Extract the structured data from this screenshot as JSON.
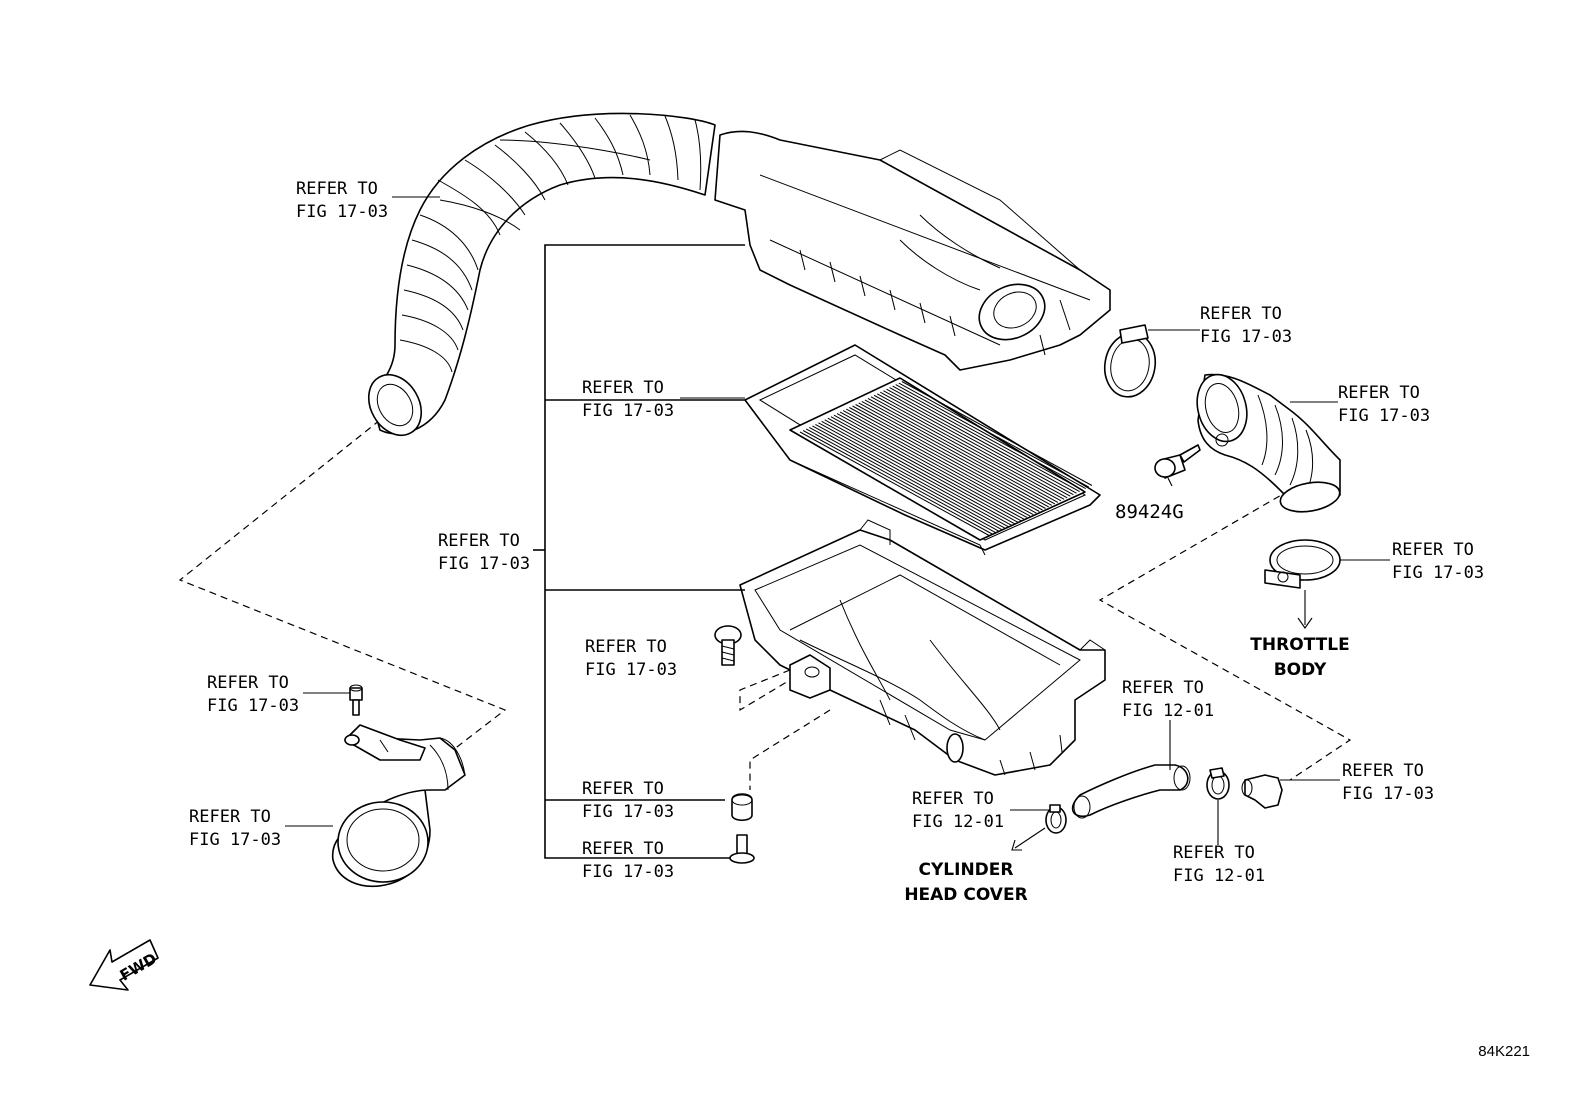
{
  "labels": {
    "intake_hose_ref": {
      "line1": "REFER TO",
      "line2": "FIG 17-03"
    },
    "air_filter_ref": {
      "line1": "REFER TO",
      "line2": "FIG 17-03"
    },
    "cleaner_assy_ref": {
      "line1": "REFER TO",
      "line2": "FIG 17-03"
    },
    "case_bolt_ref": {
      "line1": "REFER TO",
      "line2": "FIG 17-03"
    },
    "grommet_ref": {
      "line1": "REFER TO",
      "line2": "FIG 17-03"
    },
    "collar_ref": {
      "line1": "REFER TO",
      "line2": "FIG 17-03"
    },
    "inlet_bolt_ref": {
      "line1": "REFER TO",
      "line2": "FIG 17-03"
    },
    "inlet_duct_ref": {
      "line1": "REFER TO",
      "line2": "FIG 17-03"
    },
    "clamp_top_ref": {
      "line1": "REFER TO",
      "line2": "FIG 17-03"
    },
    "outlet_hose_ref": {
      "line1": "REFER TO",
      "line2": "FIG 17-03"
    },
    "clamp_lower_ref": {
      "line1": "REFER TO",
      "line2": "FIG 17-03"
    },
    "pcv_hose_ref": {
      "line1": "REFER TO",
      "line2": "FIG 12-01"
    },
    "pcv_clip_left_ref": {
      "line1": "REFER TO",
      "line2": "FIG 12-01"
    },
    "pcv_clip_right_ref": {
      "line1": "REFER TO",
      "line2": "FIG 12-01"
    },
    "pcv_elbow_ref": {
      "line1": "REFER TO",
      "line2": "FIG 17-03"
    }
  },
  "sensor_part_number": "89424G",
  "throttle_body": {
    "line1": "THROTTLE",
    "line2": "BODY"
  },
  "cylinder_head_cover": {
    "line1": "CYLINDER",
    "line2": "HEAD COVER"
  },
  "fwd_label": "FWD",
  "figure_code": "84K221"
}
